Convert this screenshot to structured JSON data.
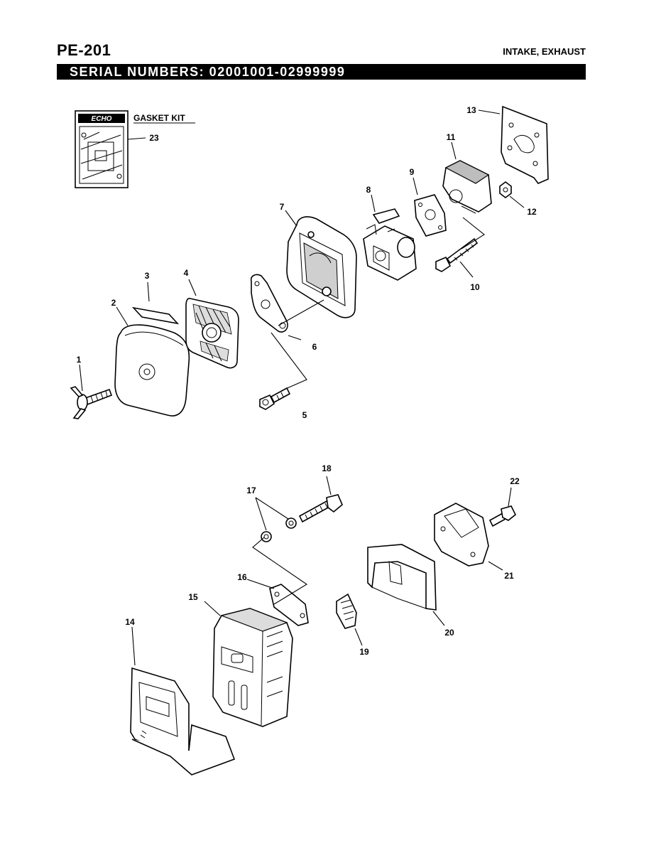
{
  "header": {
    "model": "PE-201",
    "section": "INTAKE, EXHAUST",
    "serial_bar": "SERIAL  NUMBERS:  02001001-02999999"
  },
  "gasket_kit": {
    "brand": "ECHO",
    "label": "GASKET KIT"
  },
  "callouts": [
    "1",
    "2",
    "3",
    "4",
    "5",
    "6",
    "7",
    "8",
    "9",
    "10",
    "11",
    "12",
    "13",
    "14",
    "15",
    "16",
    "17",
    "18",
    "19",
    "20",
    "21",
    "22",
    "23"
  ]
}
